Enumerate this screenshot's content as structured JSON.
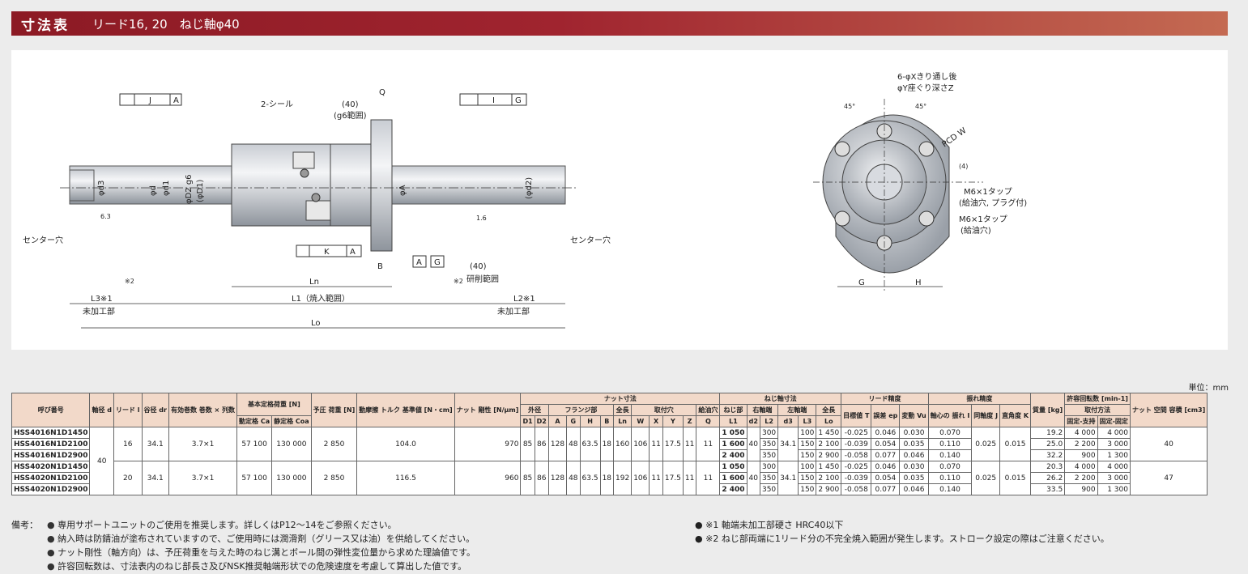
{
  "header": {
    "title": "寸法表",
    "subtitle": "リード16, 20　ねじ軸φ40"
  },
  "drawing": {
    "tol_j": "J",
    "tol_a1": "A",
    "tol_i": "I",
    "tol_g1": "G",
    "tol_k": "K",
    "tol_a2": "A",
    "seal": "2-シール",
    "d40_top": "(40)",
    "g6_range": "(g6範囲)",
    "q": "Q",
    "phi_d3": "φd3",
    "phi_d": "φd",
    "phi_d1": "φd1",
    "phi_d2g6": "φD2 g6",
    "phi_d1p": "(φD1)",
    "phi_a": "φA",
    "phi_d2s": "(φd2)",
    "b": "B",
    "a_box": "A",
    "g_box": "G",
    "d40_bot": "(40)",
    "grind": "研削範囲",
    "ln": "Ln",
    "l1": "L1（焼入範囲）",
    "l3": "L3※1",
    "l2": "L2※1",
    "unmachined_l": "未加工部",
    "unmachined_r": "未加工部",
    "lo": "Lo",
    "note2_l": "※2",
    "note2_r": "※2",
    "center_l": "センター穴",
    "center_r": "センター穴",
    "r63": "6.3",
    "r16": "1.6",
    "holes1": "6-φXきり通し後",
    "holes2": "φY座ぐり深さZ",
    "a45a": "45°",
    "a45b": "45°",
    "pcd": "PCD W",
    "d4": "(4)",
    "tap1": "M6×1タップ",
    "tap1b": "(給油穴, プラグ付)",
    "tap2": "M6×1タップ",
    "tap2b": "(給油穴)",
    "g": "G",
    "h": "H"
  },
  "unit": "単位：mm",
  "table": {
    "rows": [
      {
        "model": "HSS4016N1D1450",
        "l1": "1 050",
        "l2": "300",
        "l3": "100",
        "lo": "1 450",
        "t": "-0.025",
        "ep": "0.046",
        "vu": "0.030",
        "i": "0.070",
        "mass": "19.2",
        "r1": "4 000",
        "r2": "4 000"
      },
      {
        "model": "HSS4016N1D2100",
        "l1": "1 600",
        "l2": "350",
        "l3": "150",
        "lo": "2 100",
        "t": "-0.039",
        "ep": "0.054",
        "vu": "0.035",
        "i": "0.110",
        "mass": "25.0",
        "r1": "2 200",
        "r2": "3 000"
      },
      {
        "model": "HSS4016N1D2900",
        "l1": "2 400",
        "l2": "350",
        "l3": "150",
        "lo": "2 900",
        "t": "-0.058",
        "ep": "0.077",
        "vu": "0.046",
        "i": "0.140",
        "mass": "32.2",
        "r1": "900",
        "r2": "1 300"
      },
      {
        "model": "HSS4020N1D1450",
        "l1": "1 050",
        "l2": "300",
        "l3": "100",
        "lo": "1 450",
        "t": "-0.025",
        "ep": "0.046",
        "vu": "0.030",
        "i": "0.070",
        "mass": "20.3",
        "r1": "4 000",
        "r2": "4 000"
      },
      {
        "model": "HSS4020N1D2100",
        "l1": "1 600",
        "l2": "350",
        "l3": "150",
        "lo": "2 100",
        "t": "-0.039",
        "ep": "0.054",
        "vu": "0.035",
        "i": "0.110",
        "mass": "26.2",
        "r1": "2 200",
        "r2": "3 000"
      },
      {
        "model": "HSS4020N1D2900",
        "l1": "2 400",
        "l2": "350",
        "l3": "150",
        "lo": "2 900",
        "t": "-0.058",
        "ep": "0.077",
        "vu": "0.046",
        "i": "0.140",
        "mass": "33.5",
        "r1": "900",
        "r2": "1 300"
      }
    ],
    "groups": [
      {
        "lead": "16",
        "dr": "34.1",
        "turns": "3.7×1",
        "ca": "57 100",
        "coa": "130 000",
        "pre": "2 850",
        "torque": "104.0",
        "rig": "970",
        "D1": "85",
        "D2": "86",
        "A": "128",
        "G": "48",
        "H": "63.5",
        "B": "18",
        "Ln": "160",
        "W": "106",
        "X": "11",
        "Y": "17.5",
        "Z": "11",
        "Q": "11",
        "d2": "40",
        "d3": "34.1",
        "J": "0.025",
        "K": "0.015",
        "space": "40"
      },
      {
        "lead": "20",
        "dr": "34.1",
        "turns": "3.7×1",
        "ca": "57 100",
        "coa": "130 000",
        "pre": "2 850",
        "torque": "116.5",
        "rig": "960",
        "D1": "85",
        "D2": "86",
        "A": "128",
        "G": "48",
        "H": "63.5",
        "B": "18",
        "Ln": "192",
        "W": "106",
        "X": "11",
        "Y": "17.5",
        "Z": "11",
        "Q": "11",
        "d2": "40",
        "d3": "34.1",
        "J": "0.025",
        "K": "0.015",
        "space": "47"
      }
    ],
    "shaft_d": "40",
    "headers": {
      "model": "呼び番号",
      "d": "軸径 d",
      "l": "リード l",
      "dr": "谷径 dr",
      "turns": "有効巻数 巻数 × 列数",
      "load": "基本定格荷重 [N]",
      "ca": "動定格 Ca",
      "coa": "静定格 Coa",
      "pre": "予圧 荷重 [N]",
      "torque": "動摩擦 トルク 基準値 [N・cm]",
      "rig": "ナット 剛性 [N/μm]",
      "nut": "ナット寸法",
      "od": "外径",
      "flange": "フランジ部",
      "total": "全長",
      "mount": "取付穴",
      "oil": "給油穴",
      "screw": "ねじ軸寸法",
      "thread": "ねじ部",
      "right": "右軸端",
      "left": "左軸端",
      "total2": "全長",
      "lead_acc": "リード精度",
      "T": "目標値 T",
      "ep": "誤差 ep",
      "vu": "変動 Vu",
      "runout": "振れ精度",
      "I": "軸心の 振れ I",
      "J": "同軸度 J",
      "K": "直角度 K",
      "mass": "質量 [kg]",
      "rpm": "許容回転数 [min-1]",
      "method": "取付方法",
      "m1": "固定-支持",
      "m2": "固定-固定",
      "space": "ナット 空間 容積 [cm3]",
      "c_D1": "D1",
      "c_D2": "D2",
      "c_A": "A",
      "c_G": "G",
      "c_H": "H",
      "c_B": "B",
      "c_Ln": "Ln",
      "c_W": "W",
      "c_X": "X",
      "c_Y": "Y",
      "c_Z": "Z",
      "c_Q": "Q",
      "c_L1": "L1",
      "c_d2": "d2",
      "c_L2": "L2",
      "c_d3": "d3",
      "c_L3": "L3",
      "c_Lo": "Lo"
    }
  },
  "notes": {
    "label": "備考：",
    "left": [
      "専用サポートユニットのご使用を推奨します。詳しくはP12〜14をご参照ください。",
      "納入時は防錆油が塗布されていますので、ご使用時には潤滑剤（グリース又は油）を供給してください。",
      "ナット剛性（軸方向）は、予圧荷重を与えた時のねじ溝とボール間の弾性変位量から求めた理論値です。",
      "許容回転数は、寸法表内のねじ部長さ及びNSK推奨軸端形状での危険速度を考慮して算出した値です。"
    ],
    "right": [
      "※1 軸端未加工部硬さ HRC40以下",
      "※2 ねじ部両端に1リード分の不完全焼入範囲が発生します。ストローク設定の際はご注意ください。"
    ]
  }
}
